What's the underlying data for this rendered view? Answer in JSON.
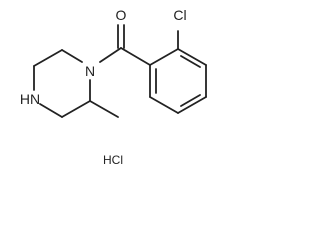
{
  "molecule": {
    "atoms": {
      "oxygen": "O",
      "chlorine": "Cl",
      "amide_nitrogen": "N",
      "amine": "HN"
    },
    "salt": "HCl"
  }
}
